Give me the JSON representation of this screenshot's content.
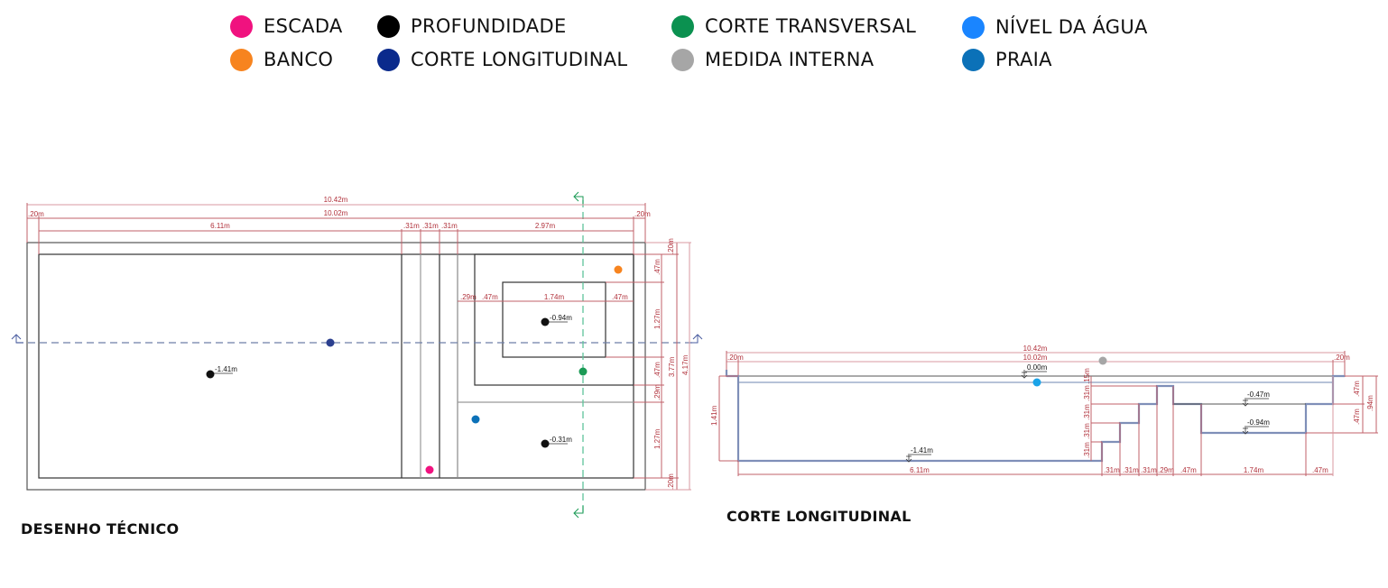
{
  "legend": {
    "items": [
      {
        "label": "ESCADA",
        "color": "#f0127f"
      },
      {
        "label": "BANCO",
        "color": "#f7841f"
      },
      {
        "label": "PROFUNDIDADE",
        "color": "#000000"
      },
      {
        "label": "CORTE LONGITUDINAL",
        "color": "#0a2a8c"
      },
      {
        "label": "CORTE TRANSVERSAL",
        "color": "#0b9150"
      },
      {
        "label": "MEDIDA INTERNA",
        "color": "#a6a6a6"
      },
      {
        "label": "NÍVEL DA ÁGUA",
        "color": "#1a85ff"
      },
      {
        "label": "PRAIA",
        "color": "#0b71b8"
      }
    ]
  },
  "plan": {
    "caption": "DESENHO TÉCNICO",
    "dims_top": {
      "total_outer": "10.42m",
      "border_left": ".20m",
      "total_inner": "10.02m",
      "border_right": ".20m",
      "deep_length": "6.11m",
      "step1": ".31m",
      "step2": ".31m",
      "step3": ".31m",
      "shallow_length": "2.97m"
    },
    "dims_inner": {
      "a": ".29m",
      "b": ".47m",
      "c": "1.74m",
      "d": ".47m"
    },
    "dims_right": {
      "top_border": ".20m",
      "seg1": ".47m",
      "seg2": "1.27m",
      "seg3": ".47m",
      "seg4": ".29m",
      "seg5": "1.27m",
      "bottom_border": ".20m",
      "inner_total": "3.77m",
      "outer_total": "4.17m"
    },
    "depth_labels": {
      "deep": "-1.41m",
      "bench": "-0.94m",
      "beach": "-0.31m"
    },
    "markers": {
      "escada": "#f0127f",
      "banco": "#f7841f",
      "profundidade": "#111111",
      "corte_longitudinal": "#2b3f8f",
      "corte_transversal": "#1a9a55",
      "praia": "#0b71b8"
    }
  },
  "section": {
    "caption": "CORTE LONGITUDINAL",
    "dims_top": {
      "total_outer": "10.42m",
      "total_inner": "10.02m",
      "border_left": ".20m",
      "border_right": ".20m"
    },
    "level_labels": {
      "water": "0.00m",
      "deep": "-1.41m",
      "bench_top": "-0.47m",
      "bench_bottom": "-0.94m"
    },
    "dims_left": {
      "depth": "1.41m"
    },
    "dims_steps_vertical": [
      ".15m",
      ".31m",
      ".31m",
      ".31m",
      ".31m"
    ],
    "dims_right": {
      "upper": ".47m",
      "lower": ".47m",
      "total": ".94m"
    },
    "dims_bottom": [
      "6.11m",
      ".31m",
      ".31m",
      ".31m",
      ".29m",
      ".47m",
      "1.74m",
      ".47m"
    ],
    "markers": {
      "medida_interna": "#a6a6a6",
      "nivel_agua": "#1aa3e8"
    }
  }
}
